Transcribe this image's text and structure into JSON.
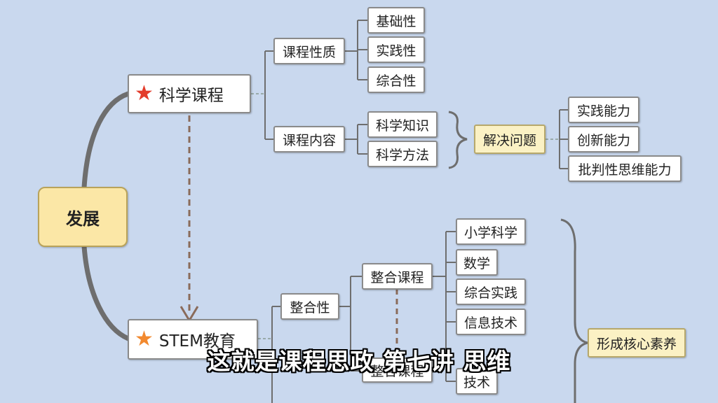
{
  "root": {
    "label": "发展"
  },
  "branches": {
    "science_course": {
      "label": "科学课程"
    },
    "stem_education": {
      "label": "STEM教育"
    }
  },
  "science_course": {
    "course_nature": {
      "label": "课程性质",
      "children": [
        "基础性",
        "实践性",
        "综合性"
      ]
    },
    "course_content": {
      "label": "课程内容",
      "children": [
        "科学知识",
        "科学方法"
      ]
    },
    "solve_problem": {
      "label": "解决问题",
      "abilities": [
        "实践能力",
        "创新能力",
        "批判性思维能力"
      ]
    }
  },
  "stem": {
    "integration": {
      "label": "整合性"
    },
    "integrated_course": {
      "label": "整合课程",
      "children": [
        "小学科学",
        "数学",
        "综合实践",
        "信息技术"
      ]
    },
    "second_course": {
      "label": "整合课程"
    },
    "tech": {
      "label": "技术"
    },
    "core_literacy": {
      "label": "形成核心素养"
    }
  },
  "subtitle": "这就是课程思政 第七讲 思维",
  "colors": {
    "background": "#c9d8ee",
    "root_fill": "#fbe7a6",
    "highlight_fill": "#fbf1c4",
    "star_red": "#e33b2a",
    "star_orange": "#f2892f",
    "connector": "#6e6e6e"
  },
  "icons": {
    "science_course": "red-star-icon",
    "stem_education": "orange-star-icon"
  }
}
